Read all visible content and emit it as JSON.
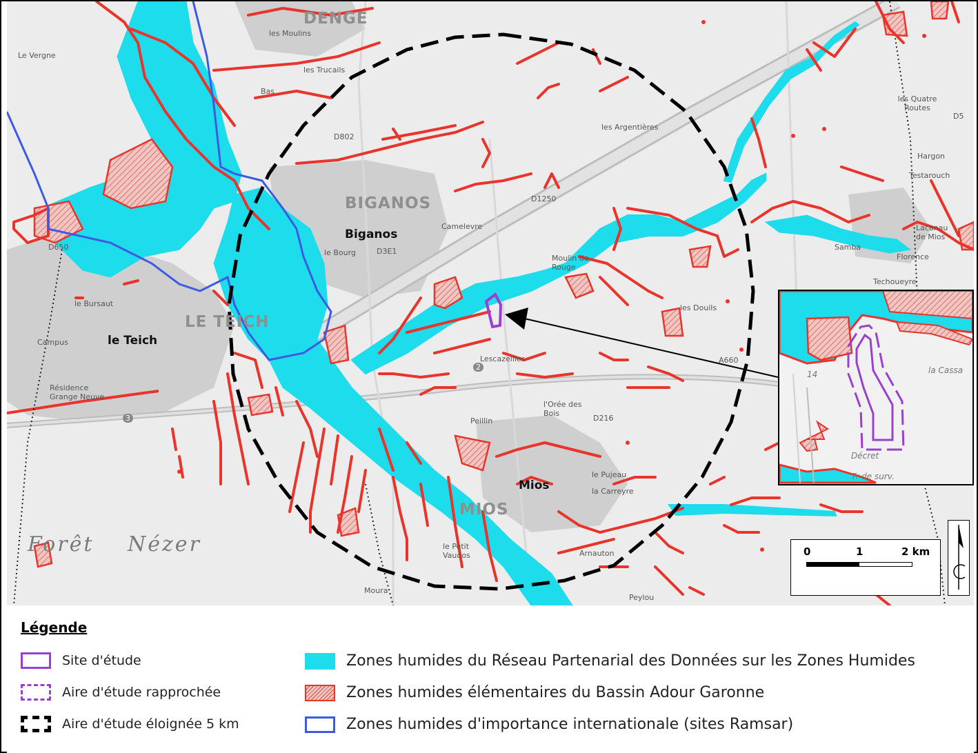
{
  "map": {
    "places": {
      "biganos_upper": "BIGANOS",
      "biganos": "Biganos",
      "le_teich": "le Teich",
      "le_teich_upper": "LE TEICH",
      "mios": "Mios",
      "mios_upper": "MIOS",
      "denge": "DENGE",
      "foret": "Forêt",
      "nezer": "Nézer",
      "les_argentieres": "les Argentières",
      "les_quatre_routes": "les Quatre Routes",
      "hargon": "Hargon",
      "testarouch": "Testarouch",
      "lacanau_de_mios": "Lacanau de Mios",
      "samba": "Samba",
      "florence": "Florence",
      "techoueyre": "Techoueyre",
      "les_douils": "les Douils",
      "lescazeilles": "Lescazeilles",
      "loree_des_bois": "l'Orée des Bois",
      "peillin": "Peillin",
      "le_pujeau": "le Pujeau",
      "la_carreyre": "la Carreyre",
      "moura": "Moura",
      "arnauton": "Arnauton",
      "le_petit_vaudos": "le Petit Vaudos",
      "peylou": "Peylou",
      "bas": "Bas",
      "les_trucails": "les Trucails",
      "moulin_de_rouge": "Moulin de Rouge",
      "le_bourg": "le Bourg",
      "camelevre": "Camelevre",
      "les_moulins": "les Moulins",
      "le_vergne": "Le Vergne",
      "residence_grange_neuve": "Résidence Grange Neuve",
      "le_bursaut": "le Bursaut",
      "campus": "Campus"
    },
    "roads": {
      "a660": "A660",
      "d216": "D216",
      "d3e1": "D3E1",
      "d650": "D650",
      "d5": "D5",
      "d802": "D802",
      "d1250": "D1250",
      "exit_2": "2",
      "exit_3": "3"
    },
    "inset": {
      "labels": {
        "la_cassa": "la Cassa",
        "decret": "Décret",
        "triage": "Tr de surv.",
        "n14": "14"
      }
    },
    "scale": {
      "tick_0": "0",
      "tick_1": "1",
      "tick_2": "2 km"
    }
  },
  "legend": {
    "title": "Légende",
    "items": [
      {
        "label": "Site d'étude"
      },
      {
        "label": "Aire d'étude rapprochée"
      },
      {
        "label": "Aire d'étude éloignée 5 km"
      },
      {
        "label": "Zones humides du Réseau Partenarial des Données sur les Zones Humides"
      },
      {
        "label": "Zones humides élémentaires du Bassin Adour Garonne"
      },
      {
        "label": "Zones humides d'importance internationale (sites Ramsar)"
      }
    ]
  },
  "colors": {
    "site": "#9b3fd1",
    "rpdz_fill": "#1ddcec",
    "bag_outline": "#e8342b",
    "ramsar": "#3c5be3",
    "buffer_5km": "#000000",
    "map_bg": "#ececec",
    "urban": "#bdbdbd"
  },
  "icons": {
    "north_arrow": "north-arrow-icon",
    "pointer": "arrow-pointer-icon"
  }
}
